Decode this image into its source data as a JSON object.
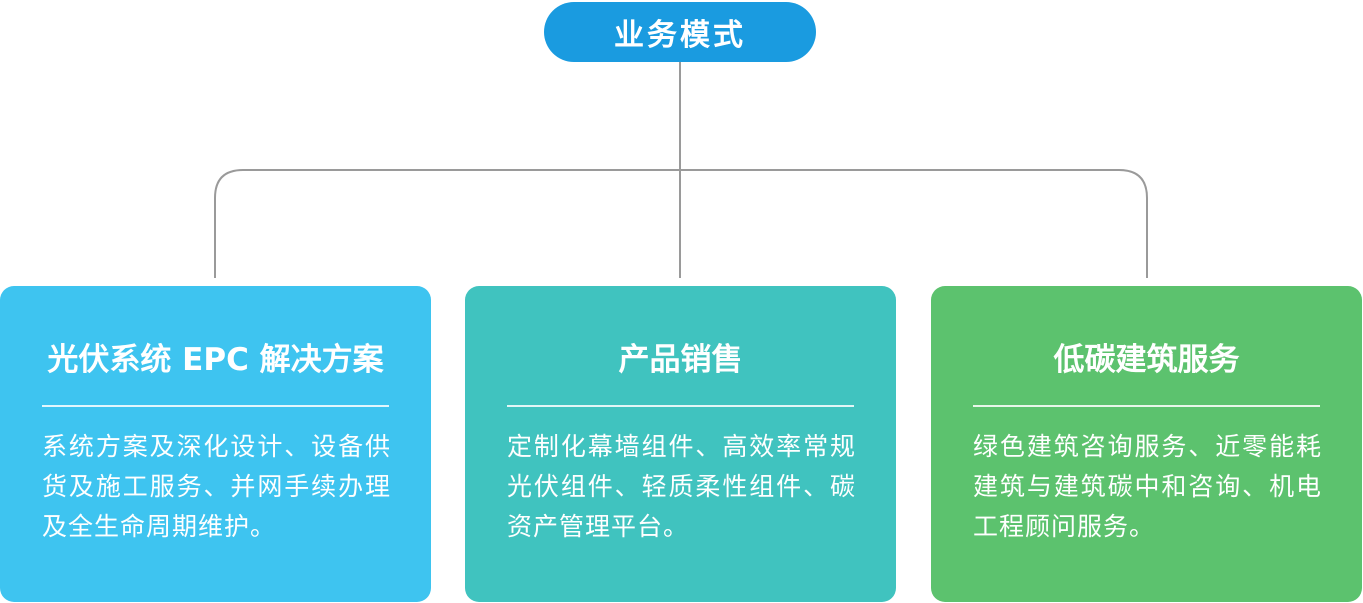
{
  "root": {
    "label": "业务模式",
    "color": "#1a9be0"
  },
  "connector_color": "#9a9a9a",
  "cards": [
    {
      "title": "光伏系统 EPC 解决方案",
      "body": "系统方案及深化设计、设备供货及施工服务、并网手续办理及全生命周期维护。",
      "color": "#3ec4f0"
    },
    {
      "title": "产品销售",
      "body": "定制化幕墙组件、高效率常规光伏组件、轻质柔性组件、碳资产管理平台。",
      "color": "#40c3bf"
    },
    {
      "title": "低碳建筑服务",
      "body": "绿色建筑咨询服务、近零能耗建筑与建筑碳中和咨询、机电工程顾问服务。",
      "color": "#5cc26e"
    }
  ]
}
